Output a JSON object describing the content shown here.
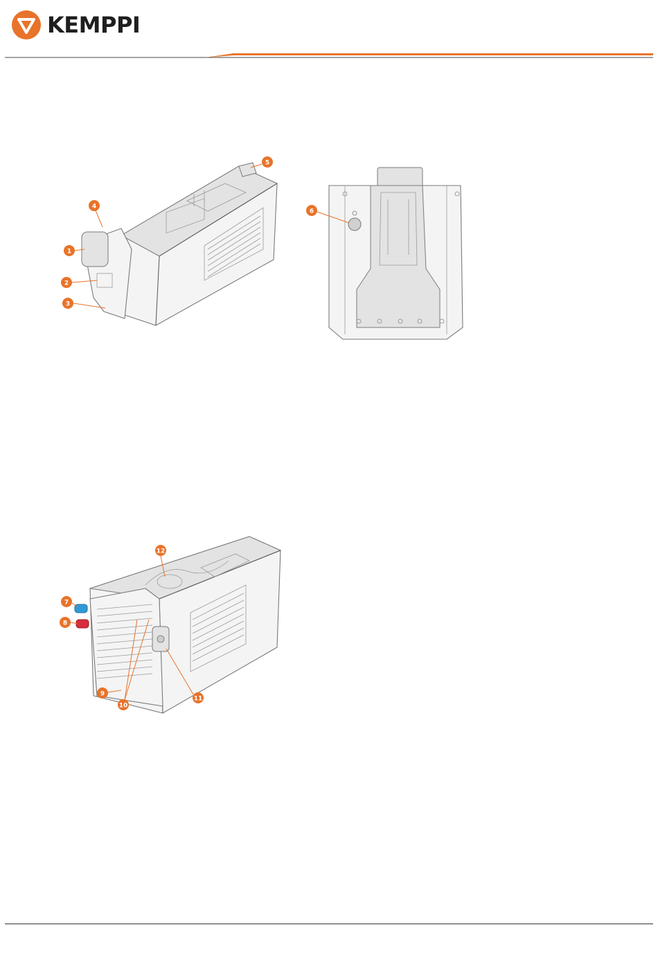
{
  "header": {
    "brand": "KEMPPI"
  },
  "colors": {
    "accent": "#e8732a",
    "brand_dark": "#1f1f1f",
    "connector_blue": "#2e9bd6",
    "connector_red": "#d62e3a"
  },
  "figures": {
    "front_view": {
      "callouts": [
        "1",
        "2",
        "3",
        "4",
        "5"
      ]
    },
    "back_view": {
      "callouts": [
        "6"
      ]
    },
    "rear_view": {
      "callouts": [
        "7",
        "8",
        "9",
        "10",
        "11",
        "12"
      ]
    }
  }
}
